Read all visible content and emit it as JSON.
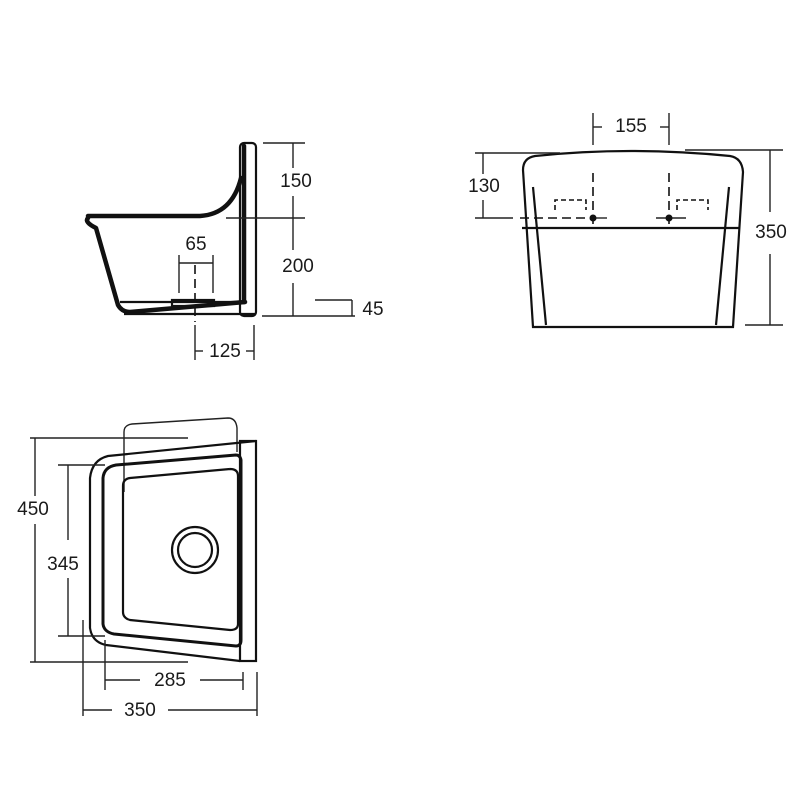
{
  "side_view": {
    "dims": {
      "upper_height": "150",
      "lower_height": "200",
      "drain_width": "65",
      "base_height": "45",
      "drain_offset": "125"
    }
  },
  "front_view": {
    "dims": {
      "fixing_spacing": "155",
      "fixing_height": "130",
      "total_height": "350"
    }
  },
  "top_view": {
    "dims": {
      "depth": "450",
      "inner_depth": "345",
      "inner_width": "285",
      "width": "350"
    }
  },
  "colors": {
    "line": "#111111",
    "background": "#ffffff"
  }
}
